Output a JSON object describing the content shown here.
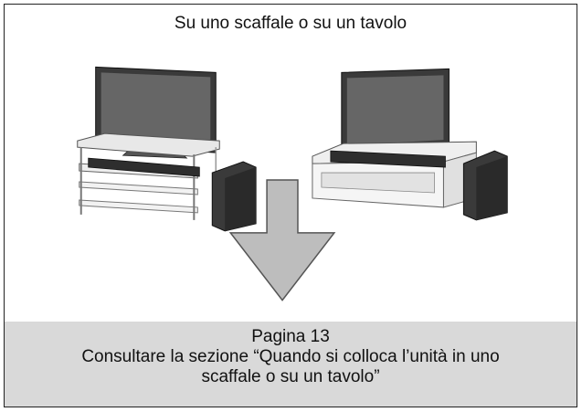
{
  "title": "Su uno scaffale o su un tavolo",
  "footer": {
    "page": "Pagina 13",
    "text": "Consultare la sezione “Quando si colloca l’unità in uno\nscaffale o su un tavolo”"
  },
  "icons": [
    "tv-on-shelf-with-soundbar-icon",
    "tv-on-table-with-soundbar-icon",
    "subwoofer-icon",
    "down-arrow-icon"
  ]
}
